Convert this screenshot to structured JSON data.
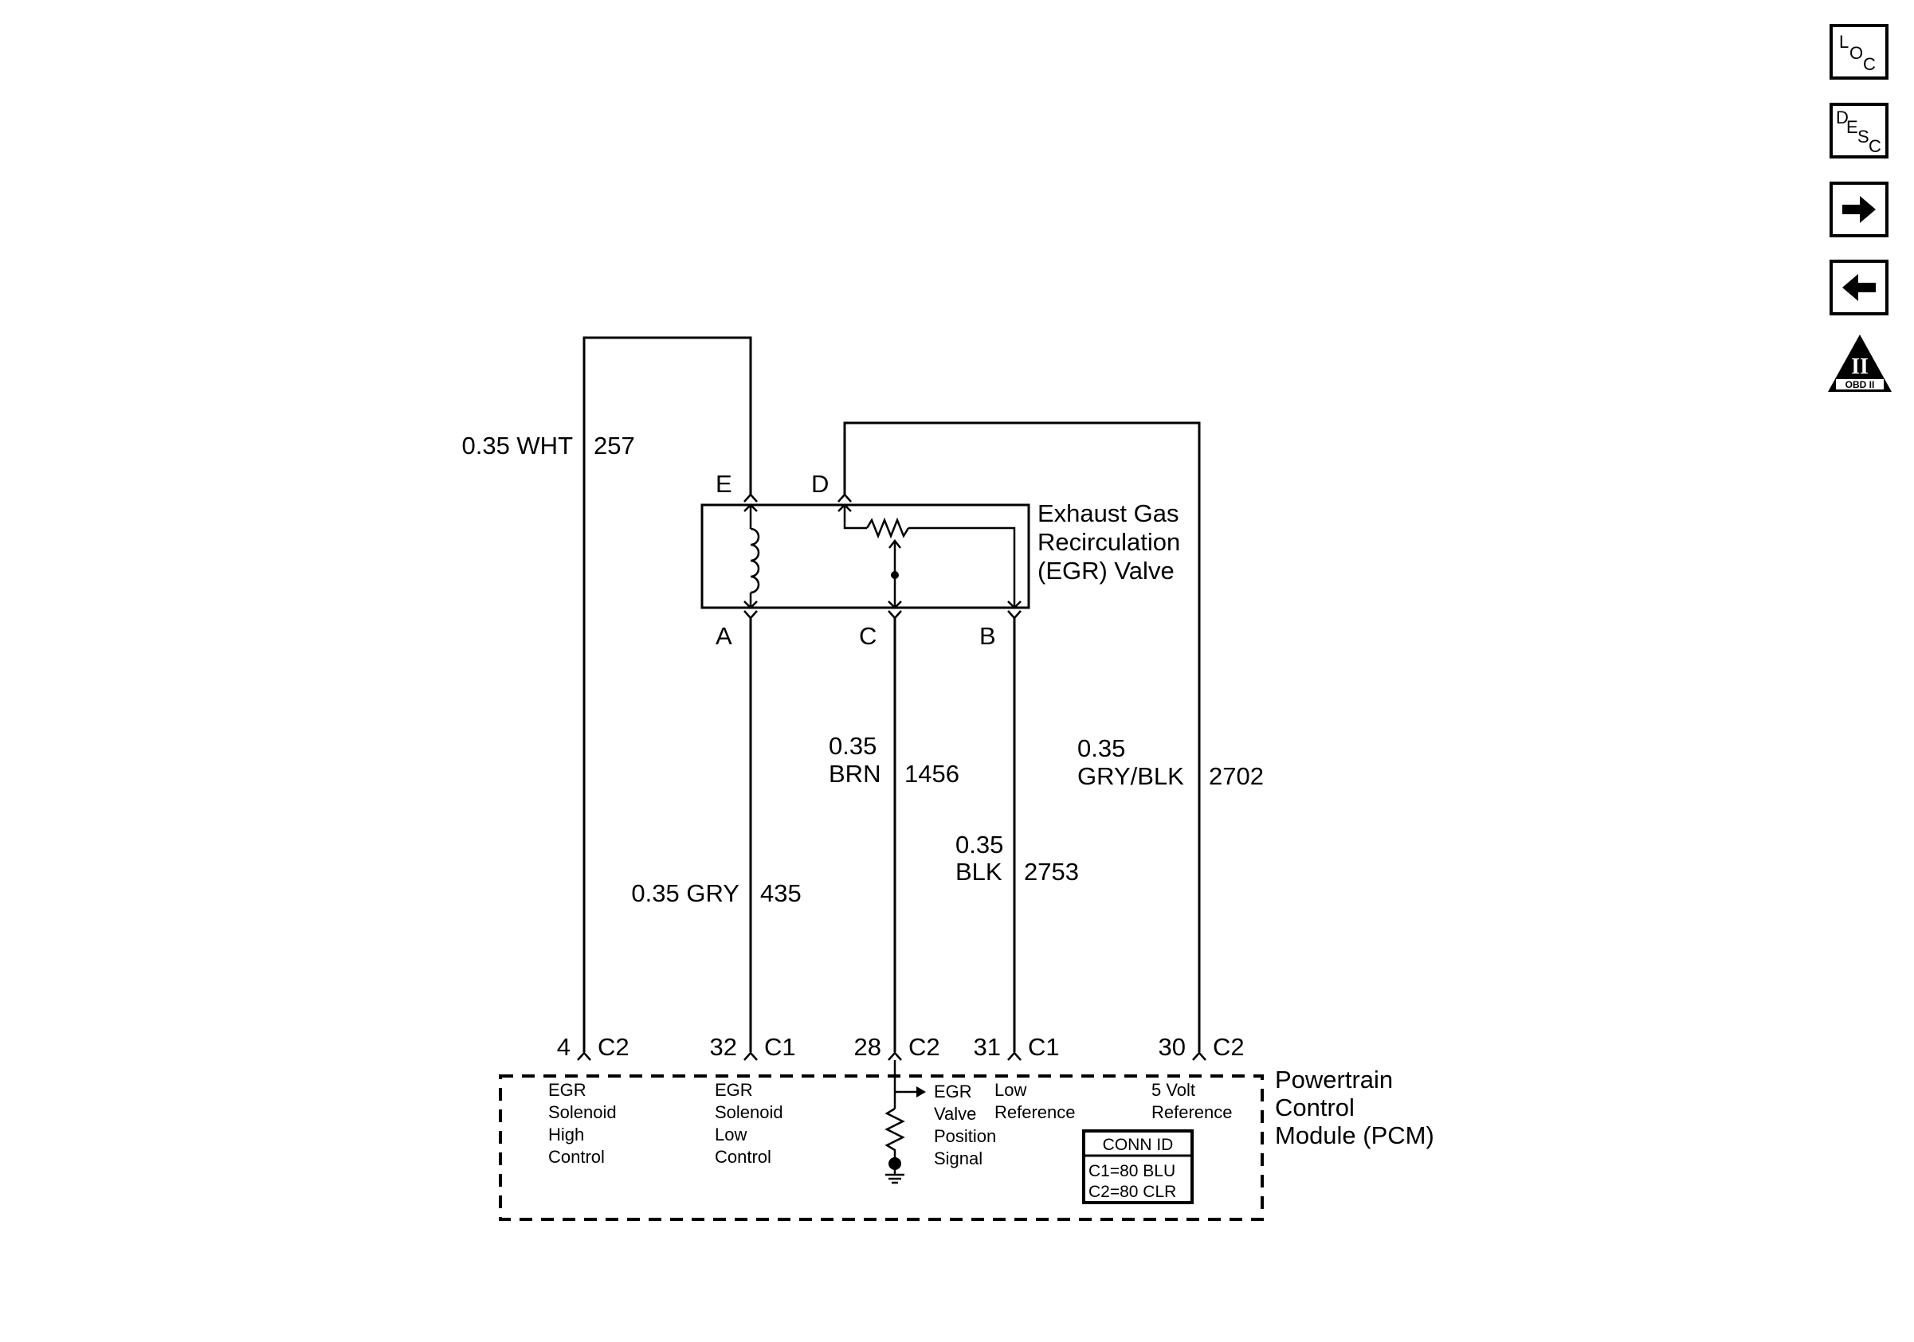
{
  "component": {
    "name_lines": [
      "Exhaust Gas",
      "Recirculation",
      "(EGR) Valve"
    ]
  },
  "module": {
    "name_lines": [
      "Powertrain",
      "Control",
      "Module (PCM)"
    ],
    "conn_id": {
      "title": "CONN ID",
      "rows": [
        "C1=80 BLU",
        "C2=80 CLR"
      ]
    }
  },
  "component_pins": {
    "E": "E",
    "D": "D",
    "A": "A",
    "C": "C",
    "B": "B"
  },
  "wires": [
    {
      "gauge_color": "0.35 WHT",
      "circuit": "257"
    },
    {
      "gauge_color": "0.35 GRY",
      "circuit": "435"
    },
    {
      "gauge": "0.35",
      "color": "BRN",
      "circuit": "1456"
    },
    {
      "gauge": "0.35",
      "color": "BLK",
      "circuit": "2753"
    },
    {
      "gauge": "0.35",
      "color": "GRY/BLK",
      "circuit": "2702"
    }
  ],
  "pcm_pins": [
    {
      "pin": "4",
      "connector": "C2",
      "function": [
        "EGR",
        "Solenoid",
        "High",
        "Control"
      ]
    },
    {
      "pin": "32",
      "connector": "C1",
      "function": [
        "EGR",
        "Solenoid",
        "Low",
        "Control"
      ]
    },
    {
      "pin": "28",
      "connector": "C2",
      "function": [
        "EGR",
        "Valve",
        "Position",
        "Signal"
      ]
    },
    {
      "pin": "31",
      "connector": "C1",
      "function": [
        "Low",
        "Reference"
      ]
    },
    {
      "pin": "30",
      "connector": "C2",
      "function": [
        "5 Volt",
        "Reference"
      ]
    }
  ],
  "nav": {
    "loc": {
      "l1": "L",
      "l2": "O",
      "l3": "C",
      "icon": "loc-icon"
    },
    "desc": {
      "l1": "D",
      "l2": "E",
      "l3": "S",
      "l4": "C",
      "icon": "desc-icon"
    },
    "next": {
      "icon": "arrow-right-icon"
    },
    "prev": {
      "icon": "arrow-left-icon"
    },
    "obd": {
      "numeral": "II",
      "label": "OBD II",
      "icon": "obd-ii-icon"
    }
  }
}
